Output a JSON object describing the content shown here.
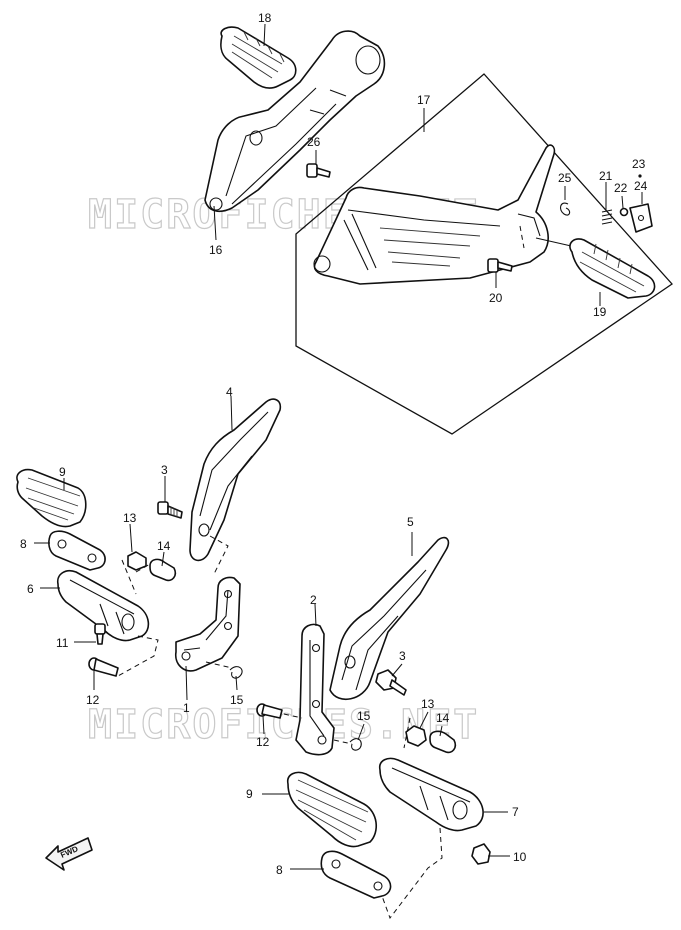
{
  "watermark": "MICROFICHES.NET",
  "fwd_label": "FWD",
  "callouts": {
    "c1": "1",
    "c2": "2",
    "c3a": "3",
    "c3b": "3",
    "c4": "4",
    "c5": "5",
    "c6": "6",
    "c7": "7",
    "c8a": "8",
    "c8b": "8",
    "c9a": "9",
    "c9b": "9",
    "c10": "10",
    "c11": "11",
    "c12a": "12",
    "c12b": "12",
    "c13a": "13",
    "c13b": "13",
    "c14a": "14",
    "c14b": "14",
    "c15a": "15",
    "c15b": "15",
    "c16": "16",
    "c17": "17",
    "c18": "18",
    "c19": "19",
    "c20": "20",
    "c21": "21",
    "c22": "22",
    "c23": "23",
    "c24": "24",
    "c25": "25",
    "c26": "26"
  }
}
